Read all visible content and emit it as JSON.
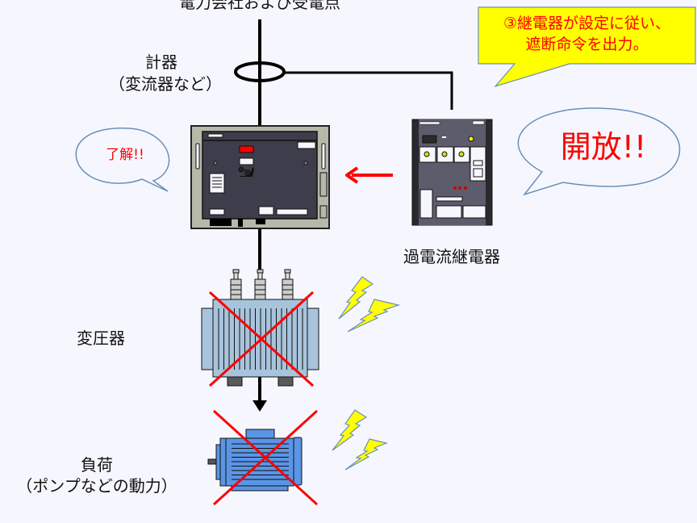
{
  "labels": {
    "source": "電力会社および受電点",
    "meter_line1": "計器",
    "meter_line2": "（変流器など）",
    "relay": "過電流継電器",
    "transformer": "変圧器",
    "load_line1": "負荷",
    "load_line2": "（ポンプなどの動力）"
  },
  "callout": {
    "line1": "③継電器が設定に従い、",
    "line2": "遮断命令を出力。",
    "fill": "#ffff00",
    "text_color": "#ff0000"
  },
  "bubbles": {
    "breaker_reply": "了解!!",
    "relay_command": "開放!!"
  },
  "colors": {
    "background": "#f6f7fe",
    "cross": "#ff0000",
    "signal_arrow": "#ff0000",
    "transformer_body": "#a8c4dc",
    "motor_body": "#5b95e5",
    "lightning": "#ffff00"
  },
  "icons": {
    "breaker": "circuit-breaker-panel-icon",
    "relay": "relay-panel-icon",
    "transformer": "transformer-icon",
    "motor": "motor-icon",
    "lightning": "lightning-icon",
    "current_transformer": "ct-ring-icon"
  }
}
